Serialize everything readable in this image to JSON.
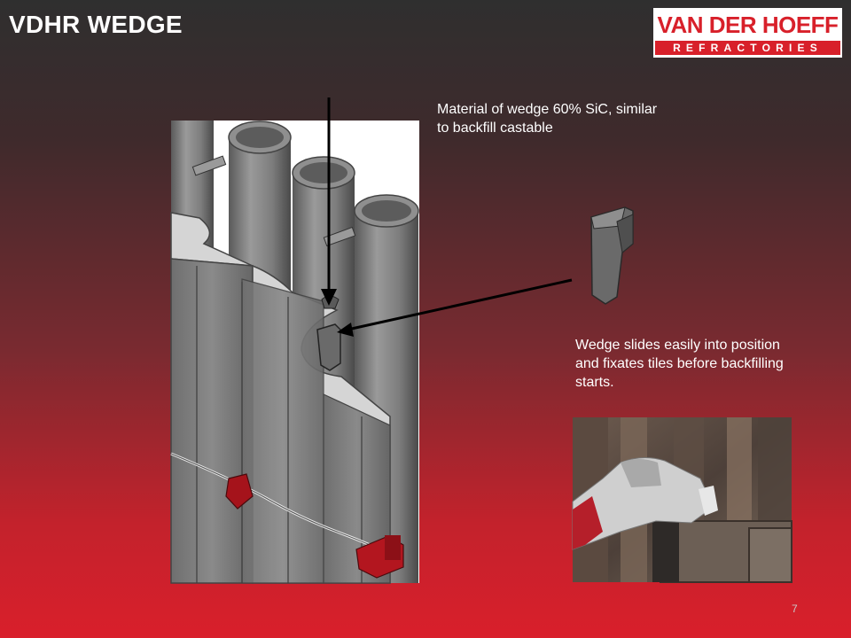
{
  "slide": {
    "title": "VDHR WEDGE",
    "page_number": "7"
  },
  "logo": {
    "line1": "VAN DER HOEFF",
    "line2": "REFRACTORIES"
  },
  "captions": {
    "material": "Material of wedge 60% SiC, similar to backfill castable",
    "slides": "Wedge slides easily into position and fixates tiles before backfilling starts."
  },
  "colors": {
    "brand_red": "#d8202a",
    "text": "#ffffff"
  }
}
